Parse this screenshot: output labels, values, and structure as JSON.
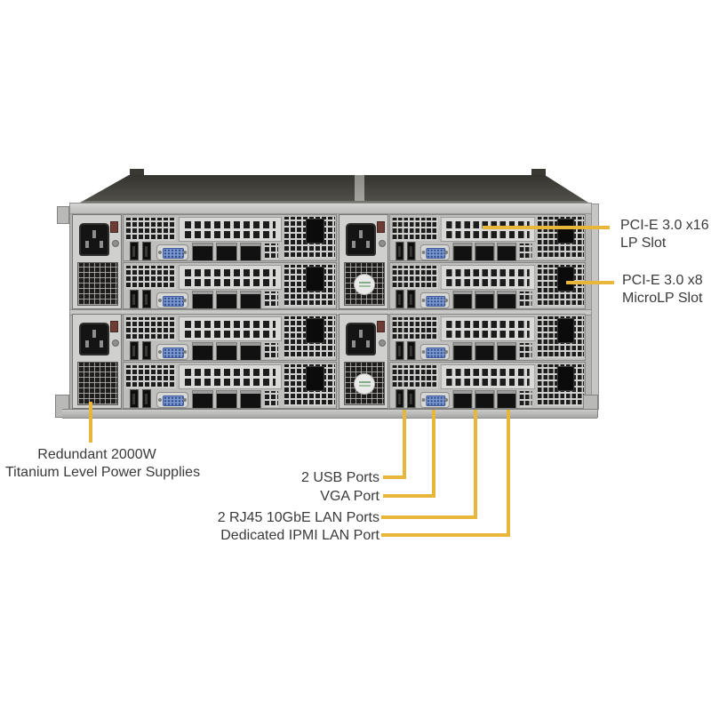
{
  "colors": {
    "callout_line": "#E9B63C",
    "label_text": "#3A3A3A",
    "chassis_gray": "#B5B5B3",
    "roof_dark": "#44423D",
    "vent_dark": "#1D1D1D",
    "vga_blue": "#7B97CF"
  },
  "callouts": {
    "pcie_x16": {
      "line1": "PCI-E 3.0 x16",
      "line2": "LP Slot"
    },
    "pcie_x8": {
      "line1": "PCI-E 3.0 x8",
      "line2": "MicroLP Slot"
    },
    "psu": {
      "line1": "Redundant 2000W",
      "line2": "Titanium Level Power Supplies"
    },
    "usb": {
      "text": "2 USB Ports"
    },
    "vga": {
      "text": "VGA Port"
    },
    "lan": {
      "text": "2 RJ45 10GbE LAN Ports"
    },
    "ipmi": {
      "text": "Dedicated IPMI LAN Port"
    }
  },
  "depicted": {
    "node_rows": 4,
    "node_columns": 2,
    "psu_modules": 4,
    "usb_ports_per_node": 2,
    "vga_ports_per_node": 1,
    "lan_ports_per_node": 3
  }
}
